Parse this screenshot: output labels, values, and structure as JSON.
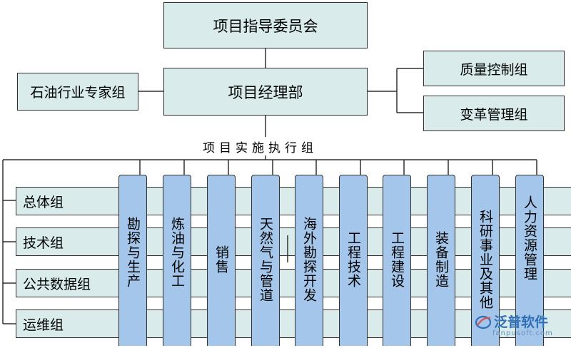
{
  "committee": "项目指导委员会",
  "pm_dept": "项目经理部",
  "expert_group": "石油行业专家组",
  "qc_group": "质量控制组",
  "change_group": "变革管理组",
  "exec_group_label": "项目实施执行组",
  "work_groups": [
    "总体组",
    "技术组",
    "公共数据组",
    "运维组"
  ],
  "departments": [
    "勘探与生产",
    "炼油与化工",
    "销售",
    "天然气与管道",
    "海外勘探开发",
    "工程技术",
    "工程建设",
    "装备制造",
    "科研事业及其他",
    "人力资源管理"
  ],
  "logo": {
    "text": "泛普软件",
    "sub": "fanpusoft.com",
    "icon": "fanpu-logo-icon"
  },
  "colors": {
    "box_fill": "#d9eceb",
    "dept_fill": "#a4c6ea",
    "line": "#303030",
    "logo": "#2f6fb5"
  }
}
